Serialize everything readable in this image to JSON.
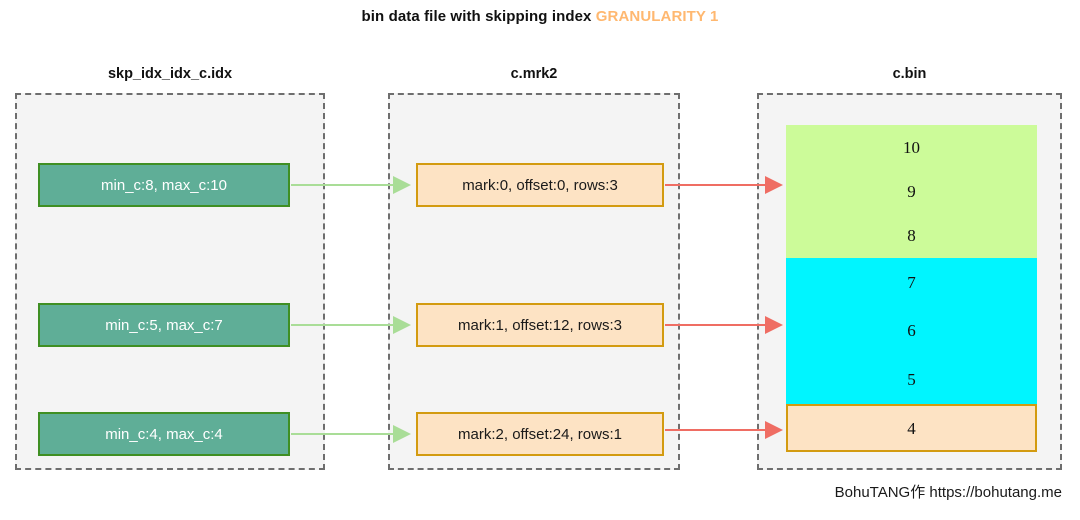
{
  "title": {
    "main": "bin data file with skipping index",
    "accent": "GRANULARITY 1"
  },
  "columns": {
    "index": {
      "header": "skp_idx_idx_c.idx",
      "boxes": [
        {
          "label": "min_c:8, max_c:10"
        },
        {
          "label": "min_c:5, max_c:7"
        },
        {
          "label": "min_c:4, max_c:4"
        }
      ]
    },
    "marks": {
      "header": "c.mrk2",
      "boxes": [
        {
          "label": "mark:0, offset:0,  rows:3"
        },
        {
          "label": "mark:1, offset:12,  rows:3"
        },
        {
          "label": "mark:2, offset:24,  rows:1"
        }
      ]
    },
    "bin": {
      "header": "c.bin",
      "blocks": [
        {
          "color": "#ccfb99",
          "values": [
            "10",
            "9",
            "8"
          ]
        },
        {
          "color": "#00f5ff",
          "values": [
            "7",
            "6",
            "5"
          ]
        },
        {
          "color": "#fde3c4",
          "values": [
            "4"
          ]
        }
      ]
    }
  },
  "connectors": {
    "index_to_mark_color": "#a9dd97",
    "mark_to_bin_color": "#ef6d63"
  },
  "footer": {
    "credit": "BohuTANG作 https://bohutang.me"
  },
  "palette": {
    "index_box_fill": "#5fae97",
    "index_box_border": "#3f8f23",
    "mark_box_fill": "#fde3c4",
    "mark_box_border": "#d39b10",
    "panel_fill": "#f4f4f4",
    "panel_border": "#6e6e6e",
    "title_accent": "#ffb870"
  }
}
